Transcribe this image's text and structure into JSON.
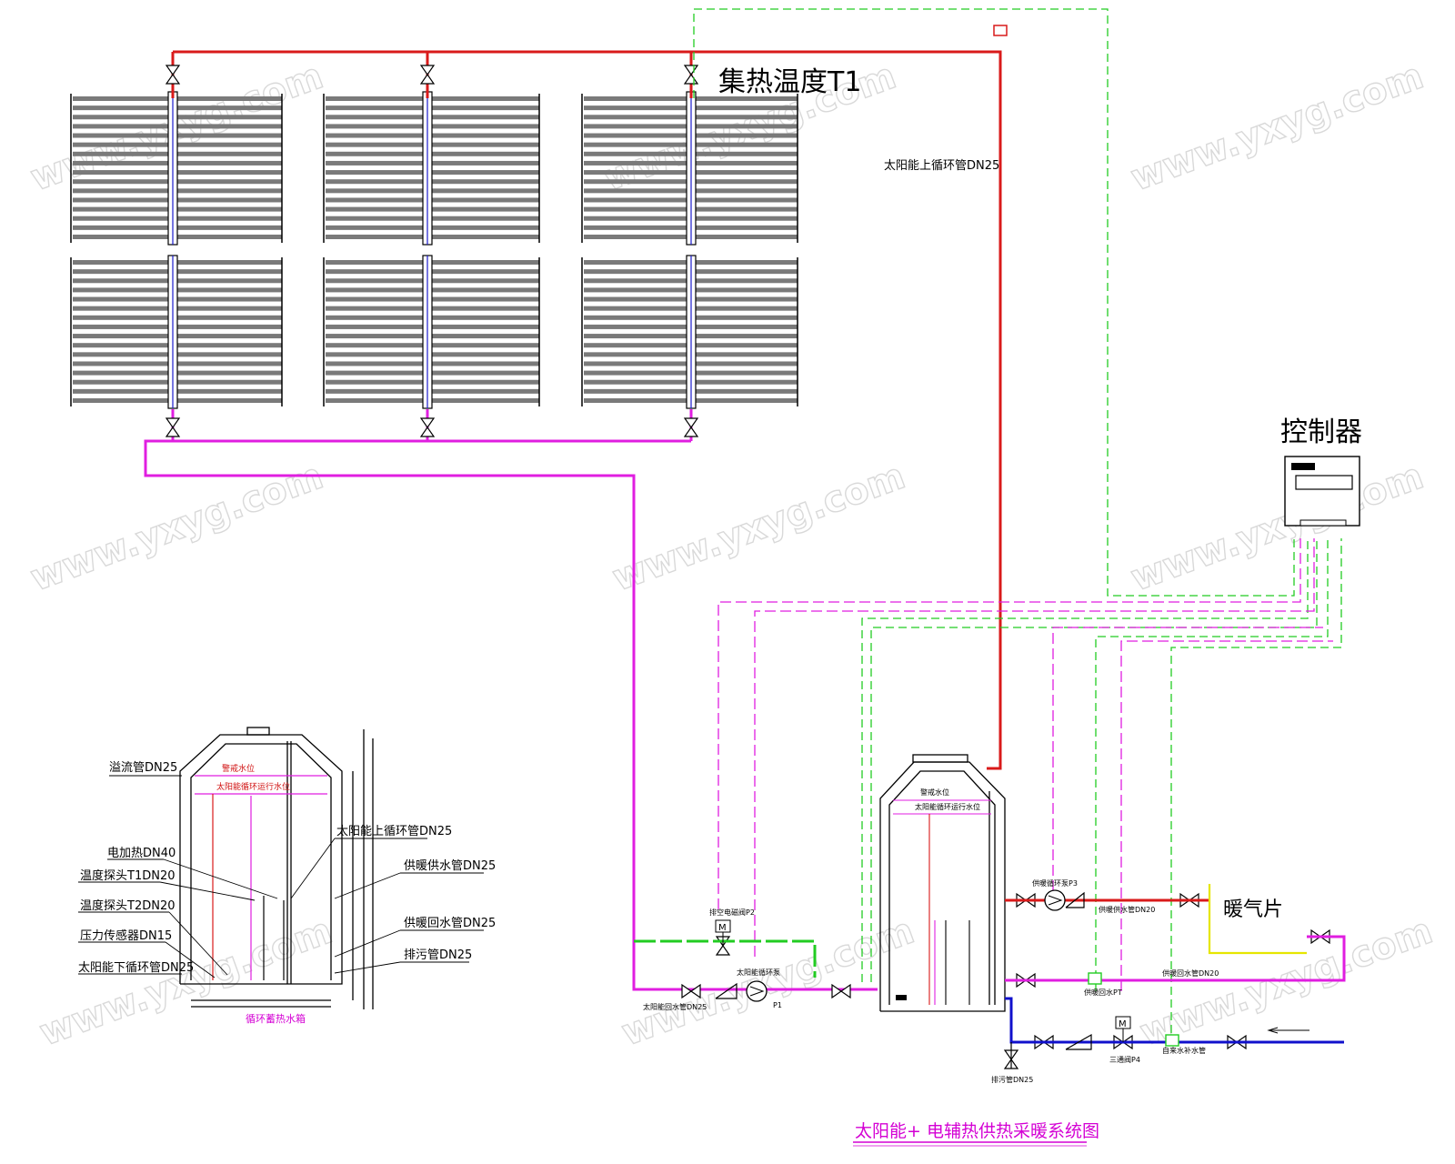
{
  "title": "太阳能+ 电辅热供热采暖系统图",
  "watermark": "www.yxyg.com",
  "colors": {
    "hot_pipe": "#d91a1a",
    "return_pipe": "#e01ee0",
    "signal_line": "#22cc22",
    "cold_pipe": "#1010cc",
    "radiator_line": "#e6e600",
    "collector_tube": "#7a7a7a"
  },
  "labels": {
    "collector_temp": "集热温度T1",
    "controller": "控制器",
    "radiator": "暖气片",
    "solar_upper_pipe": "太阳能上循环管DN25"
  },
  "tank_detail": {
    "overflow": "溢流管DN25",
    "electric_heater": "电加热DN40",
    "temp_probe_t1": "温度探头T1DN20",
    "temp_probe_t2": "温度探头T2DN20",
    "pressure_sensor": "压力传感器DN15",
    "solar_lower_pipe": "太阳能下循环管DN25",
    "solar_upper_pipe": "太阳能上循环管DN25",
    "heating_supply": "供暖供水管DN25",
    "heating_return": "供暖回水管DN25",
    "drain": "排污管DN25",
    "alarm_level": "警戒水位",
    "solar_level": "太阳能循环运行水位",
    "tank_name": "循环蓄热水箱"
  },
  "main_tank": {
    "alarm_level": "警戒水位",
    "solar_level": "太阳能循环运行水位"
  },
  "system_labels": {
    "bypass_valve": "排空电磁阀P2",
    "solar_pump": "太阳能循环泵",
    "pump_p1": "P1",
    "solar_return_pipe": "太阳能回水管DN25",
    "heating_pump": "供暖循环泵P3",
    "heating_supply_pipe": "供暖供水管DN20",
    "heating_return_pipe": "供暖回水管DN20",
    "return_probe": "供暖回水PT",
    "three_way_valve": "三通阀P4",
    "make_up_water": "自来水补水管",
    "drain_pipe": "排污管DN25",
    "valve_m": "M"
  }
}
